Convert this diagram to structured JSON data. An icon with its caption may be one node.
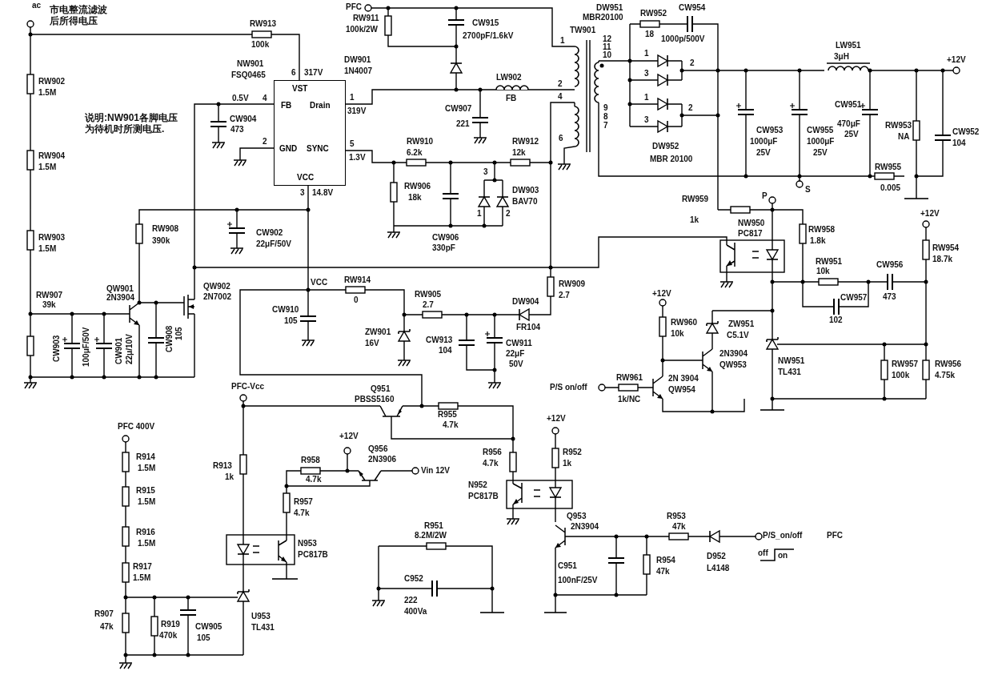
{
  "diagram": {
    "nodes": [
      {
        "text": [
          "VST",
          "FB",
          "Drain",
          "GND",
          "SYNC",
          "VCC"
        ]
      }
    ],
    "labels": [
      "ac",
      "市电整流滤波后所得电压",
      "RW913",
      "100k",
      "NW901",
      "FSQ0465",
      "6",
      "317V",
      "0.5V",
      "4",
      "说明:NW901各脚电压为待机时所测电压.",
      "CW904",
      "473",
      "2",
      "1",
      "319V",
      "5",
      "1.3V",
      "3",
      "14.8V",
      "RW902",
      "1.5M",
      "RW904",
      "1.5M",
      "PFC",
      "RW911",
      "100k/2W",
      "CW915",
      "2700pF/1.6kV",
      "DW901",
      "1N4007",
      "LW902",
      "FB",
      "CW907",
      "221",
      "RW910",
      "6.2k",
      "RW912",
      "12k",
      "RW906",
      "18k",
      "3",
      "DW903",
      "BAV70",
      "1",
      "2",
      "CW906",
      "330pF",
      "DW951",
      "MBR20100",
      "1",
      "TW901",
      "12",
      "11",
      "10",
      "2",
      "4",
      "9",
      "8",
      "7",
      "6",
      "RW952",
      "18",
      "CW954",
      "1000p/500V",
      "1",
      "3",
      "1",
      "3",
      "2",
      "2",
      "DW952",
      "MBR 20100",
      "LW951",
      "3μH",
      "+12V",
      "CW953",
      "1000μF",
      "25V",
      "CW955",
      "1000μF",
      "25V",
      "CW951",
      "470μF",
      "25V",
      "RW953",
      "NA",
      "CW952",
      "104",
      "RW955",
      "0.005",
      "S",
      "RW908",
      "390k",
      "CW902",
      "22μF/50V",
      "RW903",
      "1.5M",
      "QW901",
      "2N3904",
      "QW902",
      "2N7002",
      "RW907",
      "39k",
      "CW903",
      "100μF/50V",
      "CW901",
      "22μ/10V",
      "CW908",
      "105",
      "VCC",
      "RW914",
      "0",
      "CW910",
      "105",
      "RW905",
      "2.7",
      "ZW901",
      "16V",
      "CW913",
      "104",
      "RW909",
      "2.7",
      "DW904",
      "FR104",
      "CW911",
      "22μF",
      "50V",
      "RW959",
      "1k",
      "P",
      "NW950",
      "PC817",
      "RW958",
      "1.8k",
      "+12V",
      "RW954",
      "18.7k",
      "RW951",
      "10k",
      "CW956",
      "473",
      "CW957",
      "102",
      "+12V",
      "RW960",
      "10k",
      "ZW951",
      "C5.1V",
      "2N3904",
      "QW953",
      "NW951",
      "TL431",
      "RW957",
      "100k",
      "RW956",
      "4.75k",
      "P/S on/off",
      "RW961",
      "1k/NC",
      "2N 3904",
      "QW954",
      "PFC-Vcc",
      "Q951",
      "PBSS5160",
      "R955",
      "4.7k",
      "PFC 400V",
      "+12V",
      "Q956",
      "2N3906",
      "R958",
      "4.7k",
      "Vin 12V",
      "R913",
      "1k",
      "R914",
      "1.5M",
      "R915",
      "1.5M",
      "R916",
      "1.5M",
      "R917",
      "1.5M",
      "R957",
      "4.7k",
      "N953",
      "PC817B",
      "R951",
      "8.2M/2W",
      "C952",
      "222",
      "400Va",
      "R907",
      "47k",
      "R919",
      "470k",
      "CW905",
      "105",
      "U953",
      "TL431",
      "+12V",
      "R956",
      "4.7k",
      "R952",
      "1k",
      "N952",
      "PC817B",
      "Q953",
      "2N3904",
      "R953",
      "47k",
      "C951",
      "100nF/25V",
      "R954",
      "47k",
      "D952",
      "L4148",
      "P/S_on/off",
      "PFC",
      "off",
      "on"
    ]
  }
}
